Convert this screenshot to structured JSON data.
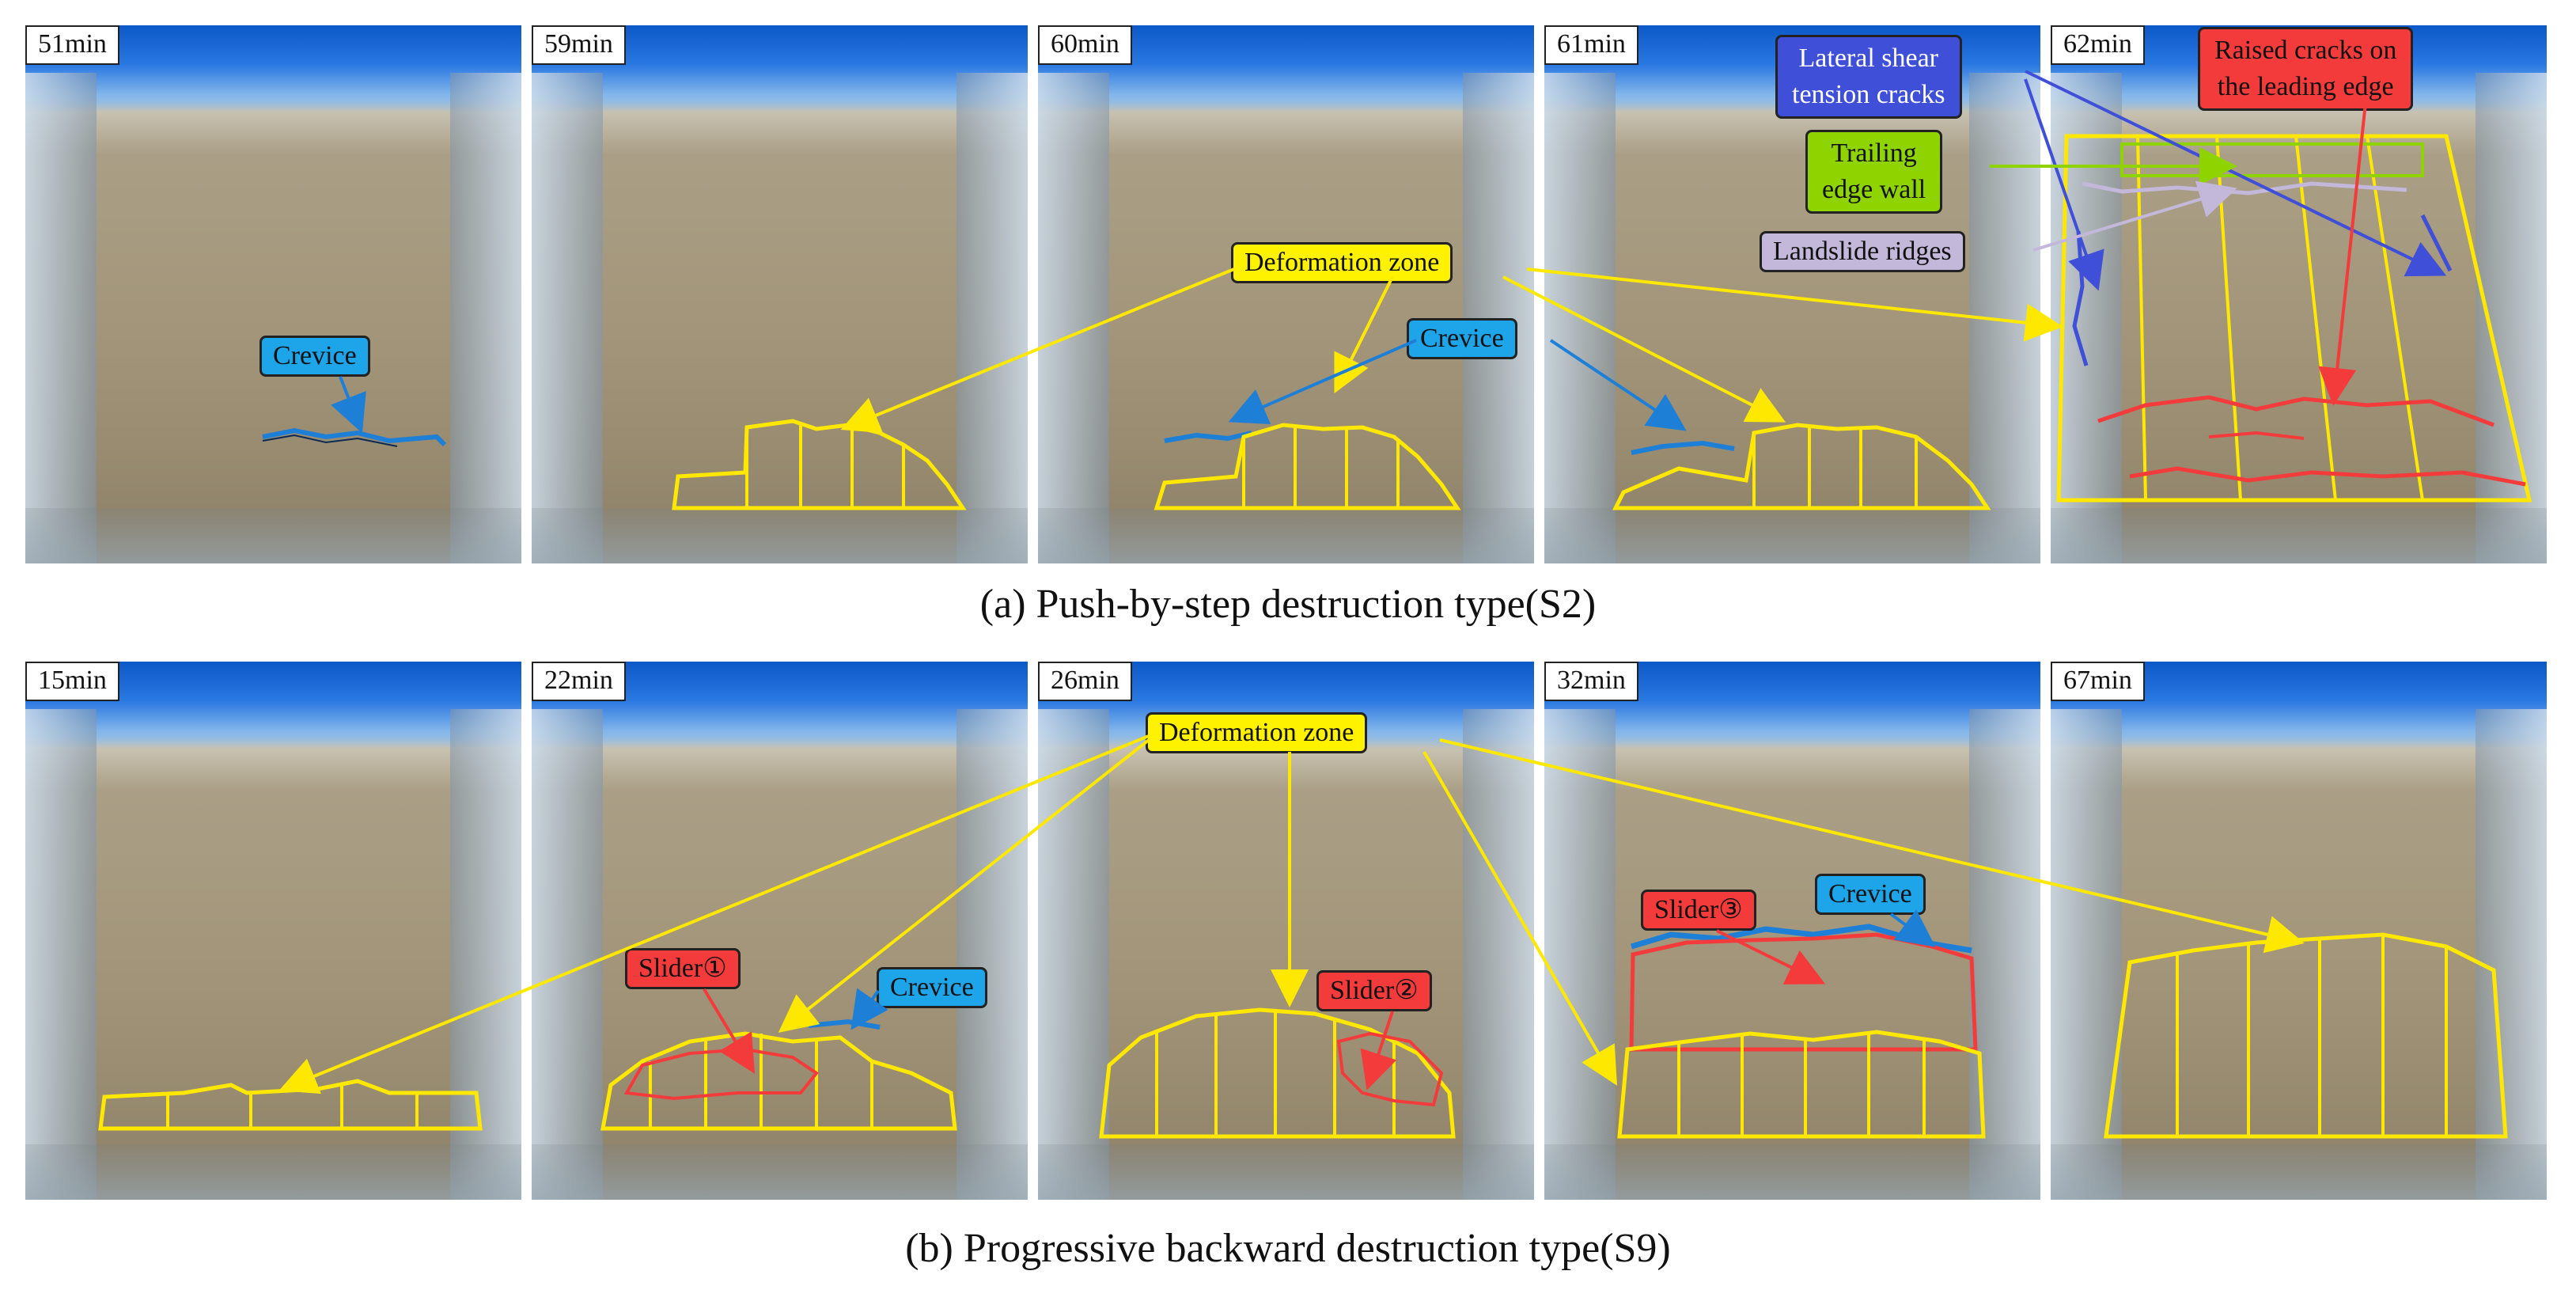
{
  "row_a": {
    "caption": "(a)  Push-by-step destruction type(S2)",
    "times": [
      "51min",
      "59min",
      "60min",
      "61min",
      "62min"
    ],
    "callouts": {
      "crevice_1": "Crevice",
      "deformation_zone": "Deformation zone",
      "crevice_2": "Crevice",
      "lateral_shear_line1": "Lateral shear",
      "lateral_shear_line2": "tension cracks",
      "raised_cracks_line1": "Raised cracks on",
      "raised_cracks_line2": "the leading edge",
      "trailing_line1": "Trailing",
      "trailing_line2": "edge wall",
      "landslide_ridges": "Landslide ridges"
    }
  },
  "row_b": {
    "caption": "(b)  Progressive backward destruction type(S9)",
    "times": [
      "15min",
      "22min",
      "26min",
      "32min",
      "67min"
    ],
    "callouts": {
      "deformation_zone": "Deformation zone",
      "slider_1": "Slider①",
      "crevice_1": "Crevice",
      "slider_2": "Slider②",
      "slider_3": "Slider③",
      "crevice_2": "Crevice"
    }
  },
  "colors": {
    "yellow": "#fff200",
    "cyan": "#1ea4e8",
    "red": "#f43b3b",
    "blue": "#3f4fd8",
    "green": "#8fd400",
    "lilac": "#c3b8d9"
  }
}
